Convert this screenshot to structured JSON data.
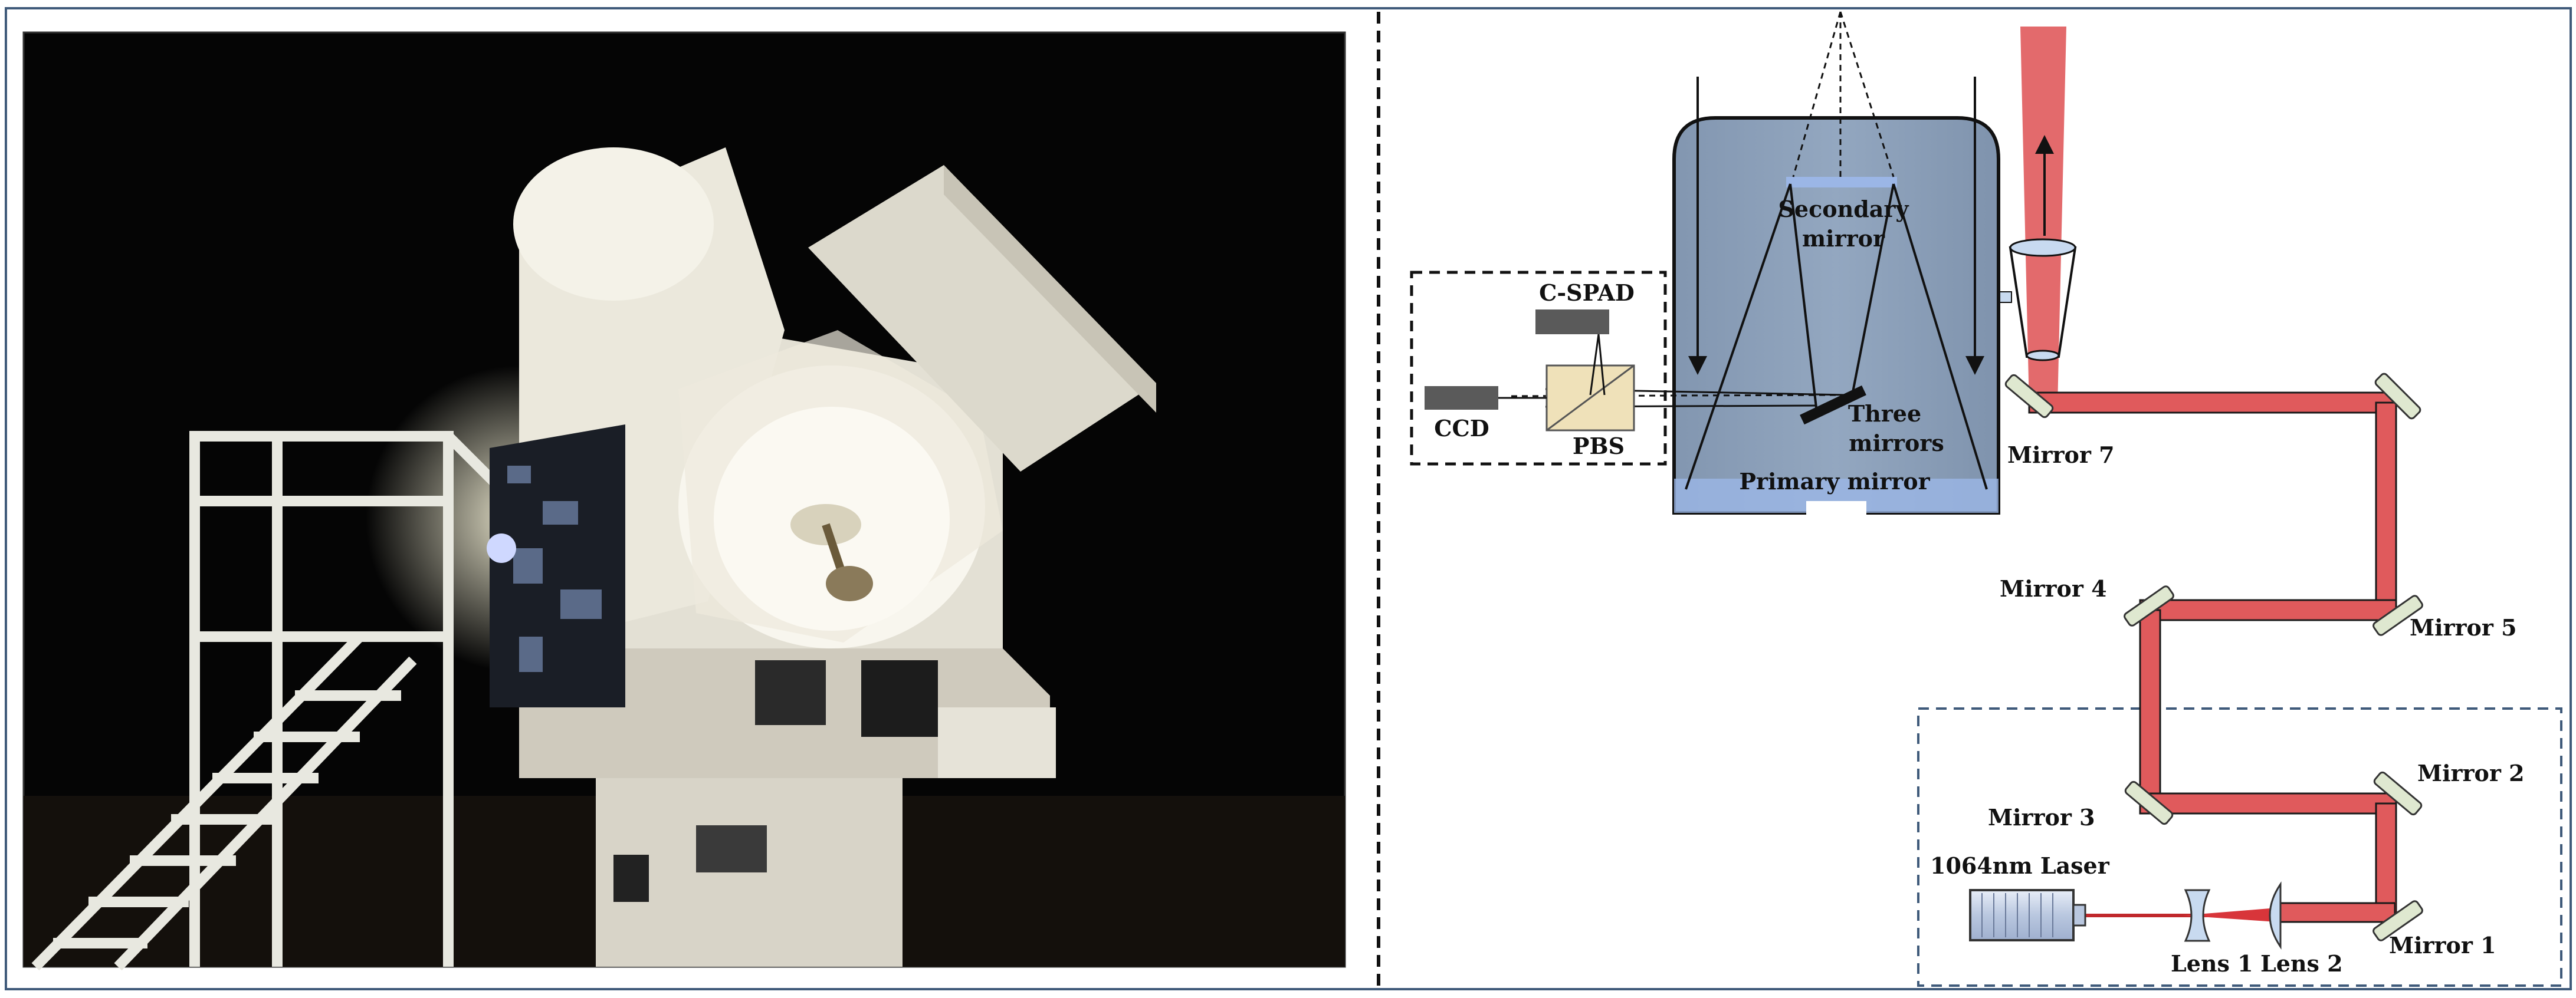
{
  "labels": {
    "secondary_mirror": [
      "Secondary",
      "mirror"
    ],
    "three_mirrors": [
      "Three",
      "mirrors"
    ],
    "primary_mirror": "Primary mirror",
    "c_spad": "C-SPAD",
    "ccd": "CCD",
    "pbs": "PBS",
    "mirror7": "Mirror 7",
    "mirror4": "Mirror 4",
    "mirror5": "Mirror 5",
    "mirror3": "Mirror 3",
    "mirror2": "Mirror 2",
    "mirror1": "Mirror 1",
    "laser": "1064nm Laser",
    "lens1": "Lens 1",
    "lens2": "Lens 2"
  },
  "colors": {
    "beam": "#e05a5c",
    "beam_edge": "#1a1a1a",
    "tube_fill": "#8a9fb8",
    "mirror_fill": "#dfe8d0",
    "telescope_white": "#e9e6da",
    "sky": "#050505"
  }
}
